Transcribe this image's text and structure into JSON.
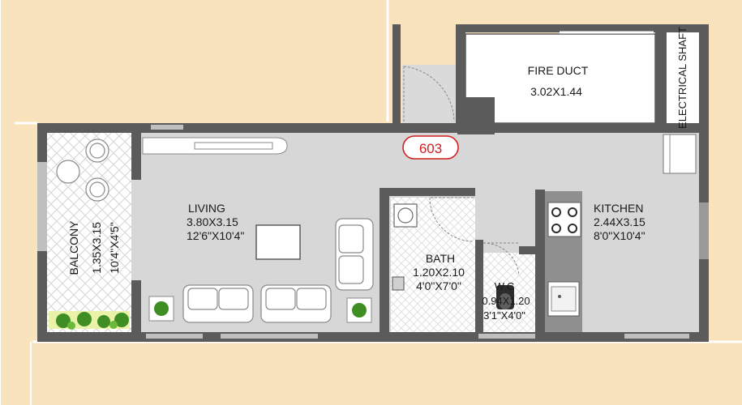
{
  "unit_number": "603",
  "rooms": {
    "fire_duct": {
      "name": "FIRE DUCT",
      "dim": "3.02X1.44"
    },
    "electrical_shaft": {
      "name": "ELECTRICAL SHAFT"
    },
    "living": {
      "name": "LIVING",
      "dim_m": "3.80X3.15",
      "dim_ft": "12'6\"X10'4\""
    },
    "kitchen": {
      "name": "KITCHEN",
      "dim_m": "2.44X3.15",
      "dim_ft": "8'0\"X10'4\""
    },
    "bath": {
      "name": "BATH",
      "dim_m": "1.20X2.10",
      "dim_ft": "4'0\"X7'0\""
    },
    "wc": {
      "name": "W.C",
      "dim_m": "0.94X1.20",
      "dim_ft": "3'1\"X4'0\""
    },
    "balcony": {
      "name": "BALCONY",
      "dim_m": "1.35X3.15",
      "dim_ft": "10'4\"X4'5\""
    }
  },
  "colors": {
    "background": "#f9e3bd",
    "floor": "#d7d7d7",
    "wall": "#5b5b5b",
    "unit_badge": "#d21f1f",
    "plant": "#3f8e24"
  }
}
